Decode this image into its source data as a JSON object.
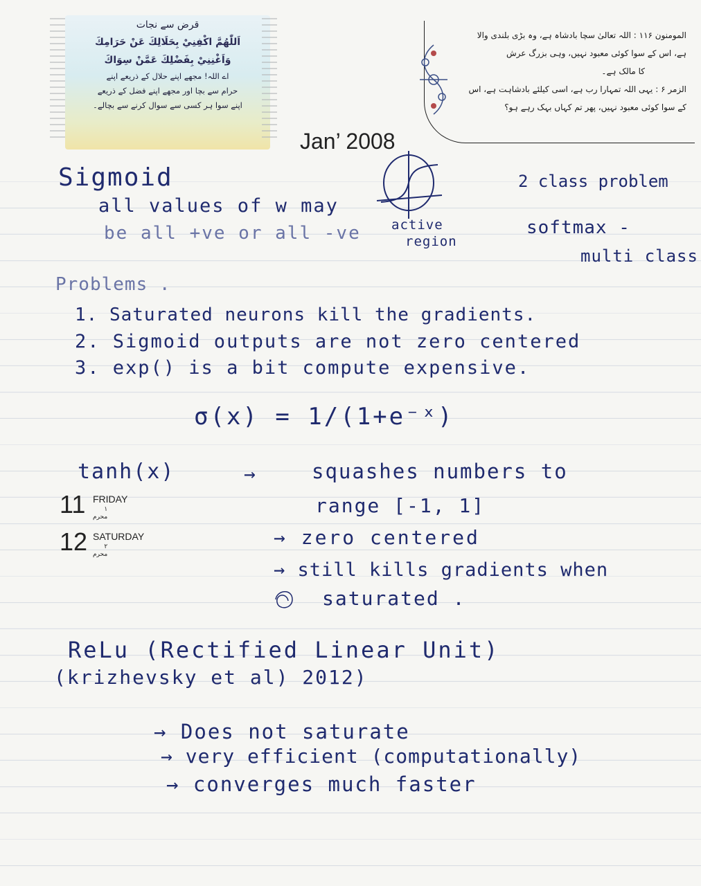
{
  "header": {
    "dua": {
      "title": "قرض سے نجات",
      "arabic_line_1": "اَللّٰهُمَّ اكْفِنِيْ بِحَلَالِكَ عَنْ حَرَامِكَ",
      "arabic_line_2": "وَاَغْنِنِيْ بِفَضْلِكَ عَمَّنْ سِوَاكَ",
      "urdu_line_1": "اے اللہ! مجھے اپنے حلال کے ذریعے اپنے",
      "urdu_line_2": "حرام سے بچا اور مجھے اپنے فضل کے ذریعے",
      "urdu_line_3": "اپنے سوا ہر کسی سے سوال کرنے سے بچالے۔"
    },
    "month_label": "Jan’ 2008",
    "verse": {
      "line_1": "المومنون ۱۱۶ : اللہ تعالیٰ سچا بادشاہ ہے، وہ بڑی بلندی والا",
      "line_2": "ہے، اس کے سوا کوئی معبود نہیں، وہی بزرگ عرش",
      "line_3": "کا مالک ہے۔",
      "line_4": "الزمر ۶ : یہی اللہ تمہارا رب ہے، اسی کیلئے بادشاہت ہے، اس",
      "line_5": "کے سوا کوئی معبود نہیں، پھر تم کہاں بہک رہے ہو؟"
    }
  },
  "days": [
    {
      "number": "11",
      "name": "FRIDAY",
      "hijri": "۱ محرم"
    },
    {
      "number": "12",
      "name": "SATURDAY",
      "hijri": "۲ محرم"
    }
  ],
  "notes": {
    "sigmoid_heading": "Sigmoid",
    "sigmoid_line_1": "all values of w may",
    "sigmoid_line_2": "be all +ve or all -ve",
    "sketch_label_1": "active",
    "sketch_label_2": "region",
    "side_note_1": "2 class problem",
    "side_note_2": "softmax -",
    "side_note_3": "multi class",
    "problems_heading": "Problems .",
    "problem_1": "1. Saturated neurons kill the gradients.",
    "problem_2": "2. Sigmoid outputs are not zero centered",
    "problem_3": "3. exp() is a bit compute expensive.",
    "formula": "σ(x) = 1/(1+e⁻ˣ)",
    "tanh_label": "tanh(x)",
    "tanh_arrow": "→",
    "tanh_1a": "squashes numbers to",
    "tanh_1b": "range [-1, 1]",
    "tanh_2": "→ zero centered",
    "tanh_3a": "→ still kills gradients when",
    "tanh_3b": "saturated .",
    "relu_heading": "ReLu (Rectified Linear Unit)",
    "relu_credit": "(krizhevsky et al) 2012)",
    "relu_1": "→ Does not saturate",
    "relu_2": "→ very efficient (computationally)",
    "relu_3": "→ converges much faster"
  }
}
